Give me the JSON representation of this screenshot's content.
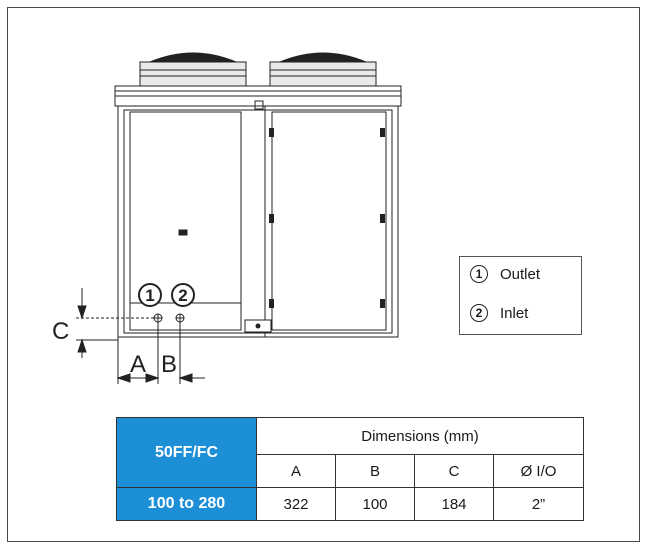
{
  "callouts": [
    {
      "number": "1",
      "label": "Outlet"
    },
    {
      "number": "2",
      "label": "Inlet"
    }
  ],
  "dimension_labels": {
    "a": "A",
    "b": "B",
    "c": "C"
  },
  "table": {
    "model_header": "50FF/FC",
    "caption": "Dimensions (mm)",
    "columns": [
      "A",
      "B",
      "C",
      "Ø I/O"
    ],
    "row_label": "100 to 280",
    "values": [
      "322",
      "100",
      "184",
      "2”"
    ]
  },
  "colors": {
    "header_fill": "#1d8fd6",
    "header_text": "#ffffff",
    "line": "#1a1a1a"
  }
}
